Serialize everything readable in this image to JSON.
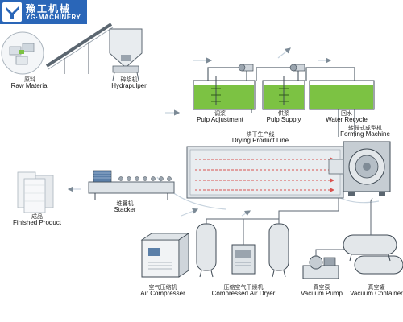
{
  "brand": {
    "name_cn": "豫工机械",
    "name_en": "YG·MACHINERY"
  },
  "stations": [
    {
      "id": "raw-material",
      "cn": "原料",
      "en": "Raw Material"
    },
    {
      "id": "hydrapulper",
      "cn": "碎浆机",
      "en": "Hydrapulper"
    },
    {
      "id": "pulp-adjustment",
      "cn": "调浆",
      "en": "Pulp Adjustment"
    },
    {
      "id": "pulp-supply",
      "cn": "供浆",
      "en": "Pulp Supply"
    },
    {
      "id": "water-recycle",
      "cn": "回水",
      "en": "Water Recycle"
    },
    {
      "id": "forming-machine",
      "cn": "转鼓式成型机",
      "en": "Forming Machine"
    },
    {
      "id": "drying-line",
      "cn": "烘干生产线",
      "en": "Drying Product Line"
    },
    {
      "id": "stacker",
      "cn": "堆叠机",
      "en": "Stacker"
    },
    {
      "id": "finished-product",
      "cn": "成品",
      "en": "Finished Product"
    },
    {
      "id": "air-compressor",
      "cn": "空气压缩机",
      "en": "Air Compresser"
    },
    {
      "id": "air-dryer",
      "cn": "压缩空气干燥机",
      "en": "Compressed Air Dryer"
    },
    {
      "id": "vacuum-pump",
      "cn": "真空泵",
      "en": "Vacuum Pump"
    },
    {
      "id": "vacuum-container",
      "cn": "真空罐",
      "en": "Vacuum Container"
    }
  ],
  "colors": {
    "brand": "#2a66b8",
    "water": "#7cc243",
    "pipe": "#8a97a3",
    "flow_arrow": "#b9c8d6",
    "equipment": "#9aa4ae",
    "drying_red": "#d9534f"
  }
}
